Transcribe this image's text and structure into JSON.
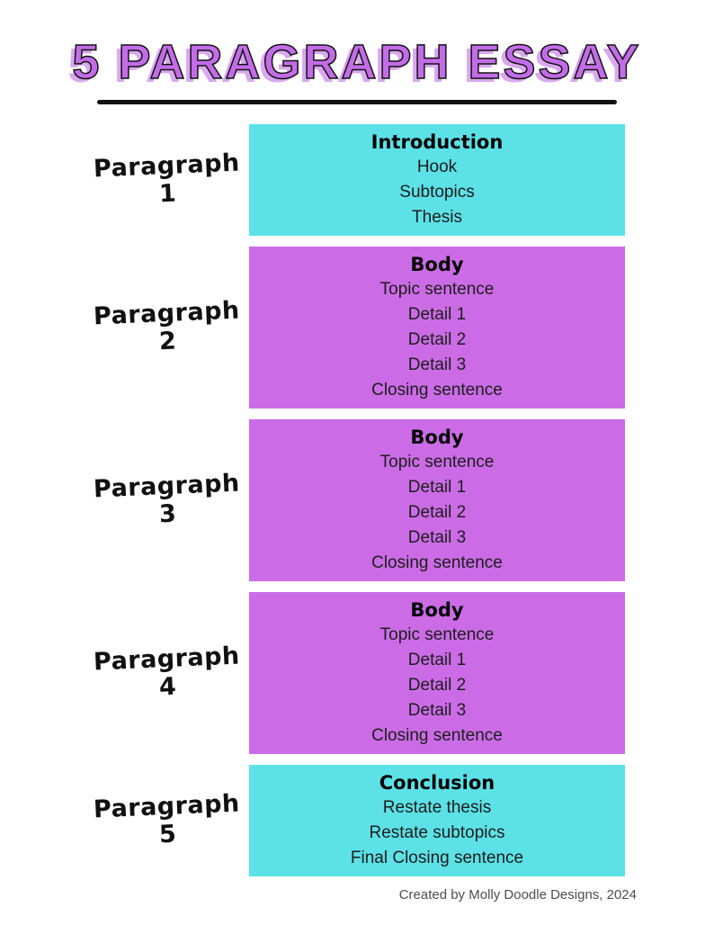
{
  "title": "5 PARAGRAPH ESSAY",
  "colors": {
    "cyan": "#5CE1E6",
    "purple": "#CB6CE6",
    "title_fill": "#C36CE8",
    "title_shadow": "#D9A8EF"
  },
  "rows": [
    {
      "label": "Paragraph 1",
      "heading": "Introduction",
      "items": [
        "Hook",
        "Subtopics",
        "Thesis"
      ],
      "color": "cyan"
    },
    {
      "label": "Paragraph 2",
      "heading": "Body",
      "items": [
        "Topic sentence",
        "Detail 1",
        "Detail 2",
        "Detail 3",
        "Closing sentence"
      ],
      "color": "purple"
    },
    {
      "label": "Paragraph 3",
      "heading": "Body",
      "items": [
        "Topic sentence",
        "Detail 1",
        "Detail 2",
        "Detail 3",
        "Closing sentence"
      ],
      "color": "purple"
    },
    {
      "label": "Paragraph 4",
      "heading": "Body",
      "items": [
        "Topic sentence",
        "Detail 1",
        "Detail 2",
        "Detail 3",
        "Closing sentence"
      ],
      "color": "purple"
    },
    {
      "label": "Paragraph 5",
      "heading": "Conclusion",
      "items": [
        "Restate thesis",
        "Restate subtopics",
        "Final Closing sentence"
      ],
      "color": "cyan"
    }
  ],
  "footer": {
    "credit": "Created by Molly Doodle Designs, 2024"
  }
}
